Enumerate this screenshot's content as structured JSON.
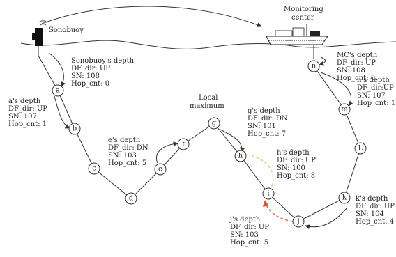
{
  "labels": {
    "sonobuoy": "Sonobuoy",
    "monitoring_center": [
      "Monitoring",
      "center"
    ],
    "local_maximum": [
      "Local",
      "maximum"
    ]
  },
  "nodes": [
    "a",
    "b",
    "c",
    "d",
    "e",
    "f",
    "g",
    "h",
    "i",
    "j",
    "k",
    "L",
    "m",
    "n"
  ],
  "info_blocks": {
    "sonobuoy": [
      "Sonobuoy's depth",
      "DF_dir: UP",
      "SN: 108",
      "Hop_cnt: 0"
    ],
    "a": [
      "a's depth",
      "DF_dir: UP",
      "SN: 107",
      "Hop_cnt: 1"
    ],
    "e": [
      "e's depth",
      "DF_dir: DN",
      "SN: 103",
      "Hop_cnt: 5"
    ],
    "g": [
      "g's depth",
      "DF_dir: DN",
      "SN: 101",
      "Hop_cnt: 7"
    ],
    "h": [
      "h's depth",
      "DF_dir: UP",
      "SN: 100",
      "Hop_cnt: 8"
    ],
    "j": [
      "j's depth",
      "DF_dir: UP",
      "SN: 103",
      "Hop_cnt: 5"
    ],
    "k": [
      "k's depth",
      "DF_dir: UP",
      "SN: 104",
      "Hop_cnt: 4"
    ],
    "n": [
      "n's depth",
      "DF_dir:UP",
      "SN: 107",
      "Hop_cnt: 1"
    ],
    "mc": [
      "MC's depth",
      "DF_dir: UP",
      "SN: 108",
      "Hop_cnt: 0"
    ]
  },
  "colors": {
    "line": "#333333",
    "dashed_hi": "#d8c878",
    "dashed_ij": "#e0503a",
    "sea": "#333333"
  }
}
